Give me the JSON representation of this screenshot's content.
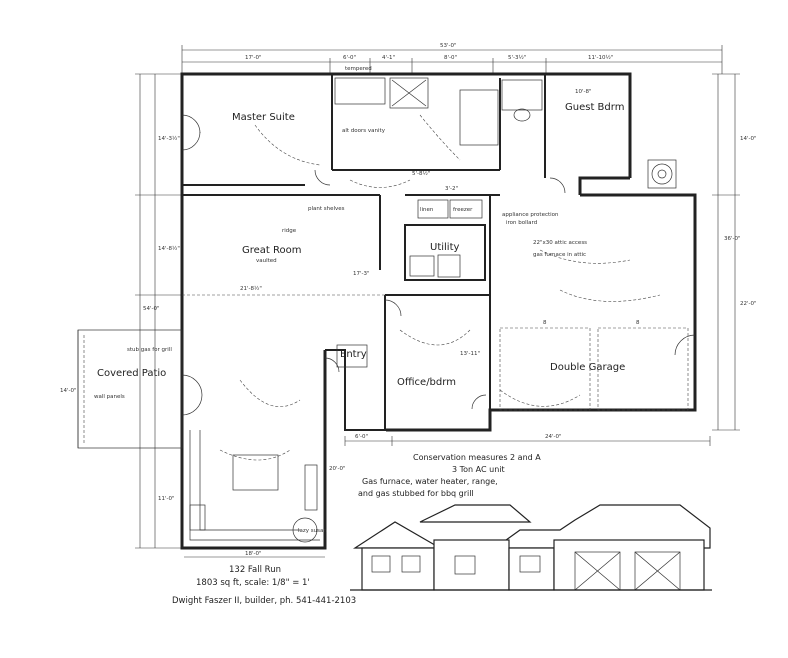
{
  "rooms": {
    "master": "Master Suite",
    "guest": "Guest Bdrm",
    "great": "Great Room",
    "great_sub": "vaulted",
    "utility": "Utility",
    "office": "Office/bdrm",
    "garage": "Double Garage",
    "patio": "Covered Patio",
    "entry": "Entry"
  },
  "labels": {
    "linen": "linen",
    "freezer": "freezer",
    "tempered": "tempered",
    "alt_doors": "alt doors vanity",
    "plant_shelves": "plant shelves",
    "ridge": "ridge",
    "appliance_protection": "appliance protection",
    "iron_bollard": "iron bollard",
    "attic_access": "22\"x30 attic access",
    "gas_furnace_attic": "gas furnace in attic",
    "stub_gas": "stub gas for grill",
    "wall_panels": "wall panels",
    "garage_door_num_1": "8",
    "garage_door_num_2": "8",
    "lazy_susan": "lazy susan"
  },
  "dimensions": {
    "overall_width": "53'-0\"",
    "top_1": "17'-0\"",
    "top_2": "6'-0\"",
    "top_3": "4'-1\"",
    "top_4": "8'-0\"",
    "top_5": "5'-3½\"",
    "top_6": "11'-10½\"",
    "right_1": "14'-0\"",
    "right_2": "36'-0\"",
    "right_3": "22'-0\"",
    "left_1": "14'-3½\"",
    "left_2": "14'-8½\"",
    "left_3": "54'-0\"",
    "left_4": "11'-0\"",
    "great_width": "21'-8½\"",
    "garage_bottom_1": "6'-0\"",
    "garage_bottom_2": "24'-0\"",
    "kitchen_bottom": "18'-0\"",
    "patio_side": "14'-0\"",
    "guest_width": "10'-8\"",
    "entry_side": "20'-0\"",
    "great_height": "17'-3\"",
    "office_height": "13'-11\"",
    "utility_dim": "3'-2\"",
    "closet_dim": "5'-8½\""
  },
  "notes": {
    "line1": "Conservation measures 2 and A",
    "line2": "3 Ton AC unit",
    "line3": "Gas furnace, water heater, range,",
    "line4": "and gas stubbed for bbq grill"
  },
  "caption": {
    "address": "132 Fall Run",
    "size_scale": "1803 sq ft, scale: 1/8\" = 1'",
    "builder": "Dwight Faszer II, builder, ph. 541-441-2103"
  }
}
